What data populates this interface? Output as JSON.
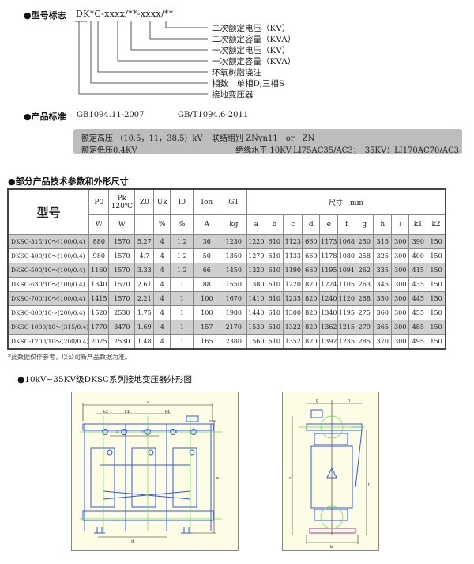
{
  "model_section": {
    "title": "●型号标志",
    "code": "DK*C-xxxx/**-xxxx/**",
    "labels": [
      "二次额定电压（KV）",
      "二次额定容量（KVA）",
      "一次额定电压（KV）",
      "一次额定容量（KVA）",
      "环氧树脂浇注",
      "相数　单相D,三相S",
      "接地变压器"
    ]
  },
  "standard_section": {
    "title": "●产品标准",
    "standards": [
      "GB1094.11-2007",
      "GB/T1094.6-2011"
    ],
    "box": {
      "hv": "额定高压 （10.5，11，38.5）kV",
      "group": "联结组别 ZNyn11　or　ZN",
      "lv": "额定低压0.4KV",
      "insulation": "绝缘水平 10KV:LI75AC35/AC3；　35KV：LI170AC70/AC3"
    }
  },
  "params_section": {
    "title": "●部分产品技术参数和外形尺寸",
    "header": {
      "model": "型号",
      "cols": [
        "P0",
        "Pk\n120℃",
        "Z0",
        "Uk",
        "I0",
        "Ion",
        "GT"
      ],
      "units": [
        "W",
        "W",
        "",
        "%",
        "%",
        "A",
        "kg"
      ],
      "dims_title": "尺寸　mm",
      "dims": [
        "a",
        "b",
        "c",
        "d",
        "e",
        "f",
        "g",
        "h",
        "i",
        "k1",
        "k2"
      ]
    },
    "rows": [
      [
        "DKSC-315/10～(100/0.4)",
        "880",
        "1570",
        "5.27",
        "4",
        "1.2",
        "36",
        "1230",
        "1220",
        "610",
        "1123",
        "660",
        "1173",
        "1068",
        "250",
        "315",
        "300",
        "390",
        "150"
      ],
      [
        "DKSC-400/10～(100/0.4)",
        "980",
        "1570",
        "4.7",
        "4",
        "1.2",
        "50",
        "1350",
        "1270",
        "610",
        "1133",
        "660",
        "1178",
        "1080",
        "258",
        "325",
        "300",
        "400",
        "150"
      ],
      [
        "DKSC-500/10～(100/0.4)",
        "1160",
        "1570",
        "3.33",
        "4",
        "1.2",
        "66",
        "1450",
        "1320",
        "610",
        "1190",
        "660",
        "1195",
        "1091",
        "262",
        "335",
        "300",
        "415",
        "150"
      ],
      [
        "DKSC-630/10～(100/0.4)",
        "1340",
        "1570",
        "2.61",
        "4",
        "1",
        "88",
        "1550",
        "1380",
        "610",
        "1220",
        "820",
        "1224",
        "1105",
        "263",
        "345",
        "300",
        "435",
        "150"
      ],
      [
        "DKSC-700/10～(100/0.4)",
        "1415",
        "1570",
        "2.21",
        "4",
        "1",
        "100",
        "1670",
        "1410",
        "610",
        "1235",
        "820",
        "1240",
        "1120",
        "268",
        "350",
        "300",
        "445",
        "150"
      ],
      [
        "DKSC-800/10～(200/0.4)",
        "1520",
        "2530",
        "1.75",
        "4",
        "1",
        "100",
        "1980",
        "1440",
        "610",
        "1300",
        "820",
        "1340",
        "1195",
        "275",
        "360",
        "300",
        "455",
        "150"
      ],
      [
        "DKSC-1000/10～(315/0.4)",
        "1770",
        "3470",
        "1.69",
        "4",
        "1",
        "157",
        "2170",
        "1530",
        "610",
        "1322",
        "820",
        "1362",
        "1215",
        "279",
        "365",
        "300",
        "485",
        "150"
      ],
      [
        "DKSC-1200/10～(200/0.4)",
        "2025",
        "2530",
        "1.48",
        "4",
        "1",
        "165",
        "2380",
        "1560",
        "610",
        "1352",
        "820",
        "1392",
        "1235",
        "285",
        "370",
        "300",
        "495",
        "150"
      ]
    ],
    "note": "*此数据仅作参考，以公司新产品数据为准。"
  },
  "drawing_section": {
    "title": "●10kV~35KV级DKSC系列接地变压器外形图",
    "front_labels": {
      "a": "a",
      "k1": "k1",
      "k2": "k2",
      "e": "e",
      "d": "d",
      "phases": [
        "A",
        "B",
        "C"
      ]
    },
    "side_labels": {
      "g": "g",
      "h": "h",
      "c": "c",
      "f": "f",
      "b": "b"
    }
  },
  "colors": {
    "row_shade": "#cfcfcf",
    "box_gray": "#bdbdbd",
    "drawing_bg": "#fdfde6",
    "line_blue": "#3355ee",
    "line_green": "#66dd44"
  }
}
